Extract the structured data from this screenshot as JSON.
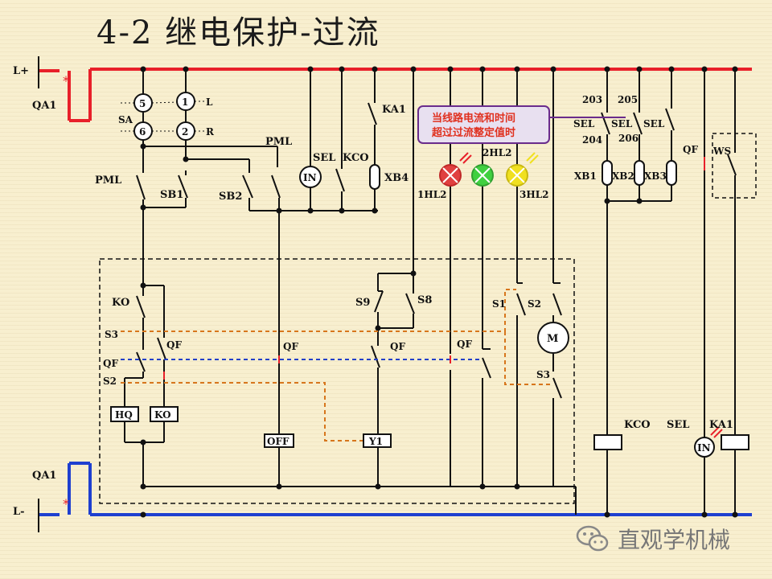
{
  "title": "4-2  继电保护-过流",
  "watermark": "直观学机械",
  "note": {
    "line1": "当线路电流和时间",
    "line2": "超过过流整定值时"
  },
  "labels": {
    "l_plus": "L+",
    "l_minus": "L-",
    "qa1_top": "QA1",
    "qa1_bottom": "QA1",
    "sa": "SA",
    "sa_5": "5",
    "sa_1": "1",
    "sa_6": "6",
    "sa_2": "2",
    "sa_l": "L",
    "sa_r": "R",
    "pml_top": "PML",
    "pml_left": "PML",
    "sb1": "SB1",
    "sb2": "SB2",
    "in_meter": "IN",
    "sel1": "SEL",
    "kco1": "KCO",
    "ka1_top": "KA1",
    "xb4": "XB4",
    "hl1": "1HL2",
    "hl2": "2HL2",
    "hl3": "3HL2",
    "t203": "203",
    "t205": "205",
    "t204": "204",
    "t206": "206",
    "sel_a": "SEL",
    "sel_b": "SEL",
    "sel_c": "SEL",
    "xb1": "XB1",
    "xb2": "XB2",
    "xb3": "XB3",
    "qf_top": "QF",
    "ws": "WS",
    "ko": "KO",
    "s3_left": "S3",
    "qf_left": "QF",
    "s2_left": "S2",
    "qf_a": "QF",
    "qf_b": "QF",
    "qf_c": "QF",
    "qf_d": "QF",
    "s9": "S9",
    "s8": "S8",
    "s1": "S1",
    "s2_right": "S2",
    "s3_right": "S3",
    "motor": "M",
    "hq": "HQ",
    "ko_box": "KO",
    "off": "OFF",
    "y1": "Y1",
    "kco2": "KCO",
    "sel2": "SEL",
    "ka1_bottom": "KA1",
    "in2": "IN"
  },
  "colors": {
    "positive_bus": "#e8202a",
    "negative_bus": "#1e3fd0",
    "wire": "#111111",
    "aux_dashed_orange": "#d7761c",
    "aux_dashed_blue": "#2340c8",
    "lamp_red": "#e04040",
    "lamp_green": "#30c030",
    "lamp_yellow": "#f0e020",
    "note_border": "#6a2c8c",
    "note_fill": "#e8e0f0"
  },
  "icons": {
    "watermark_icon": "wechat-icon"
  }
}
